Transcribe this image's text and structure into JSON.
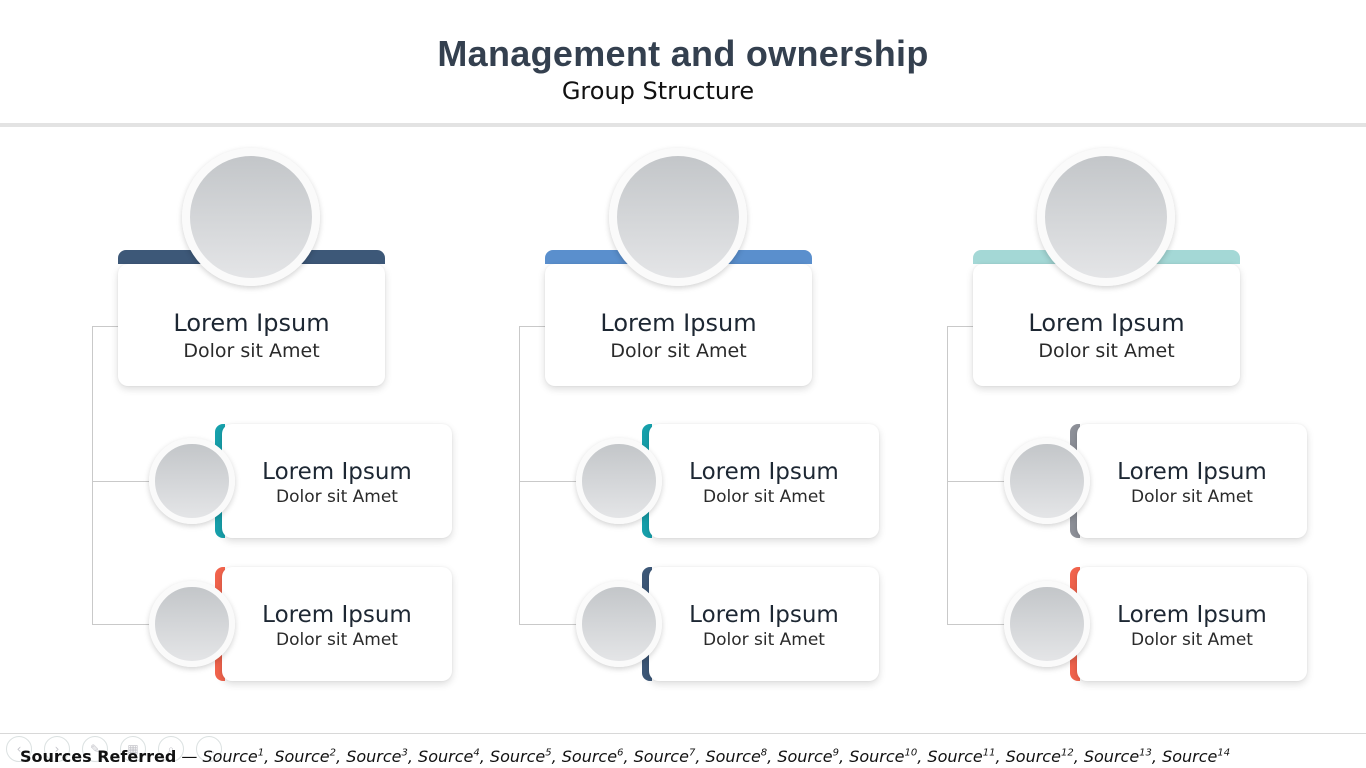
{
  "header": {
    "title": "Management and ownership",
    "subtitle": "Group Structure"
  },
  "colors": {
    "navy": "#3d5878",
    "blue": "#5a8fcd",
    "mint": "#a4d8d6",
    "teal": "#17a1ac",
    "coral": "#f2644d",
    "gray": "#8e9199"
  },
  "columns": [
    {
      "head": {
        "title": "Lorem Ipsum",
        "subtitle": "Dolor sit Amet",
        "color": "#3d5878"
      },
      "children": [
        {
          "title": "Lorem Ipsum",
          "subtitle": "Dolor sit Amet",
          "accent": "#17a1ac"
        },
        {
          "title": "Lorem Ipsum",
          "subtitle": "Dolor sit Amet",
          "accent": "#f2644d"
        }
      ]
    },
    {
      "head": {
        "title": "Lorem Ipsum",
        "subtitle": "Dolor sit Amet",
        "color": "#5a8fcd"
      },
      "children": [
        {
          "title": "Lorem Ipsum",
          "subtitle": "Dolor sit Amet",
          "accent": "#17a1ac"
        },
        {
          "title": "Lorem Ipsum",
          "subtitle": "Dolor sit Amet",
          "accent": "#3d5878"
        }
      ]
    },
    {
      "head": {
        "title": "Lorem Ipsum",
        "subtitle": "Dolor sit Amet",
        "color": "#a4d8d6"
      },
      "children": [
        {
          "title": "Lorem Ipsum",
          "subtitle": "Dolor sit Amet",
          "accent": "#8e9199"
        },
        {
          "title": "Lorem Ipsum",
          "subtitle": "Dolor sit Amet",
          "accent": "#f2644d"
        }
      ]
    }
  ],
  "footer": {
    "label": "Sources Referred",
    "separator": " — ",
    "sources": [
      {
        "name": "Source",
        "num": "1"
      },
      {
        "name": "Source",
        "num": "2"
      },
      {
        "name": "Source",
        "num": "3"
      },
      {
        "name": "Source",
        "num": "4"
      },
      {
        "name": "Source",
        "num": "5"
      },
      {
        "name": "Source",
        "num": "6"
      },
      {
        "name": "Source",
        "num": "7"
      },
      {
        "name": "Source",
        "num": "8"
      },
      {
        "name": "Source",
        "num": "9"
      },
      {
        "name": "Source",
        "num": "10"
      },
      {
        "name": "Source",
        "num": "11"
      },
      {
        "name": "Source",
        "num": "12"
      },
      {
        "name": "Source",
        "num": "13"
      },
      {
        "name": "Source",
        "num": "14"
      }
    ]
  },
  "toolbar": {
    "icons": [
      "prev-icon",
      "next-icon",
      "pen-icon",
      "slides-icon",
      "zoom-icon",
      "more-icon"
    ],
    "more_glyph": "…"
  }
}
